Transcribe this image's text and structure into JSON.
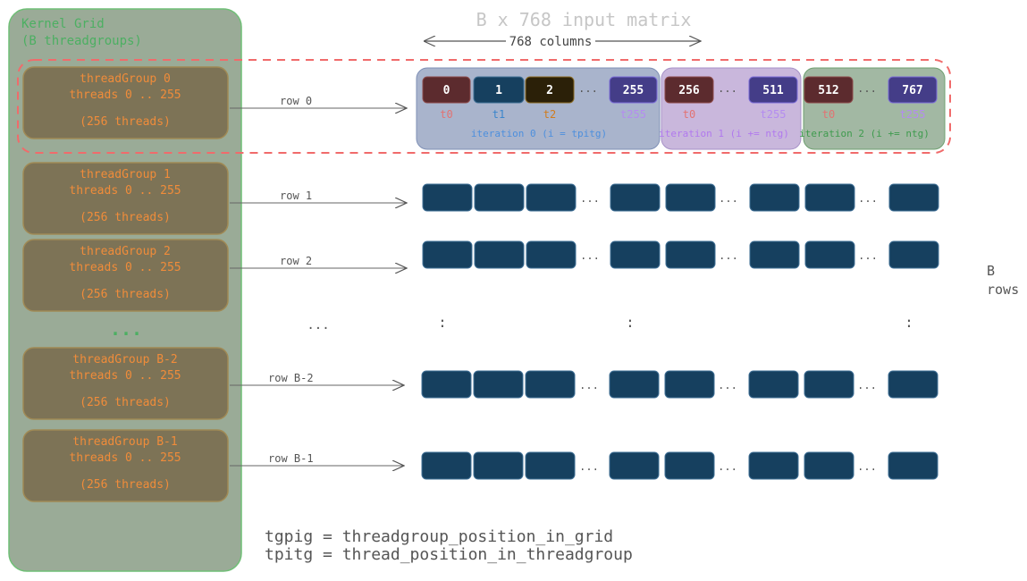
{
  "kernel_grid": {
    "title": "Kernel Grid",
    "subtitle": "(B threadgroups)",
    "ellipsis": "...",
    "threadgroups": [
      {
        "name": "threadGroup 0",
        "threads": "threads 0 .. 255",
        "count": "(256 threads)",
        "row_label": "row 0"
      },
      {
        "name": "threadGroup 1",
        "threads": "threads 0 .. 255",
        "count": "(256 threads)",
        "row_label": "row 1"
      },
      {
        "name": "threadGroup 2",
        "threads": "threads 0 .. 255",
        "count": "(256 threads)",
        "row_label": "row 2"
      },
      {
        "name": "threadGroup B-2",
        "threads": "threads 0 .. 255",
        "count": "(256 threads)",
        "row_label": "row B-2"
      },
      {
        "name": "threadGroup B-1",
        "threads": "threads 0 .. 255",
        "count": "(256 threads)",
        "row_label": "row B-1"
      }
    ]
  },
  "matrix": {
    "title": "B x 768 input matrix",
    "columns_label": "768 columns",
    "rows_label_line1": "B",
    "rows_label_line2": "rows",
    "row_ellipsis": "...",
    "col_ellipsis": "...",
    "vertical_dots": ":",
    "iterations": [
      {
        "label": "iteration 0 (i = tpitg)",
        "cells": [
          {
            "value": "0",
            "thread": "t0"
          },
          {
            "value": "1",
            "thread": "t1"
          },
          {
            "value": "2",
            "thread": "t2"
          },
          {
            "value": "255",
            "thread": "t255"
          }
        ]
      },
      {
        "label": "iteration 1 (i += ntg)",
        "cells": [
          {
            "value": "256",
            "thread": "t0"
          },
          {
            "value": "511",
            "thread": "t255"
          }
        ]
      },
      {
        "label": "iteration 2 (i += ntg)",
        "cells": [
          {
            "value": "512",
            "thread": "t0"
          },
          {
            "value": "767",
            "thread": "t255"
          }
        ]
      }
    ]
  },
  "legend": [
    "tgpig = threadgroup_position_in_grid",
    "tpitg = thread_position_in_threadgroup"
  ],
  "colors": {
    "kernel_fill": "#9aab97",
    "kernel_stroke": "#6fbf76",
    "kernel_text": "#4caf62",
    "tg_fill": "#7d7356",
    "tg_stroke": "#a08a55",
    "tg_text": "#f08c3a",
    "cell_navy": "#16405f",
    "cell_red": "#5c2b2e",
    "cell_dark": "#2b2008",
    "cell_purple": "#443d88",
    "thread_red": "#e27373",
    "thread_blue": "#3b86cc",
    "thread_orange": "#d07c1e",
    "thread_purple": "#b48cf0",
    "iter0_fill": "#a9b4cc",
    "iter0_text": "#4d8fdd",
    "iter1_fill": "#c9b7dc",
    "iter1_text": "#b179ee",
    "iter2_fill": "#a2b8a3",
    "iter2_text": "#3f9b4e",
    "dashed": "#f06b6b",
    "label_gray": "#5e5e5e",
    "title_gray": "#c6c6c6"
  }
}
